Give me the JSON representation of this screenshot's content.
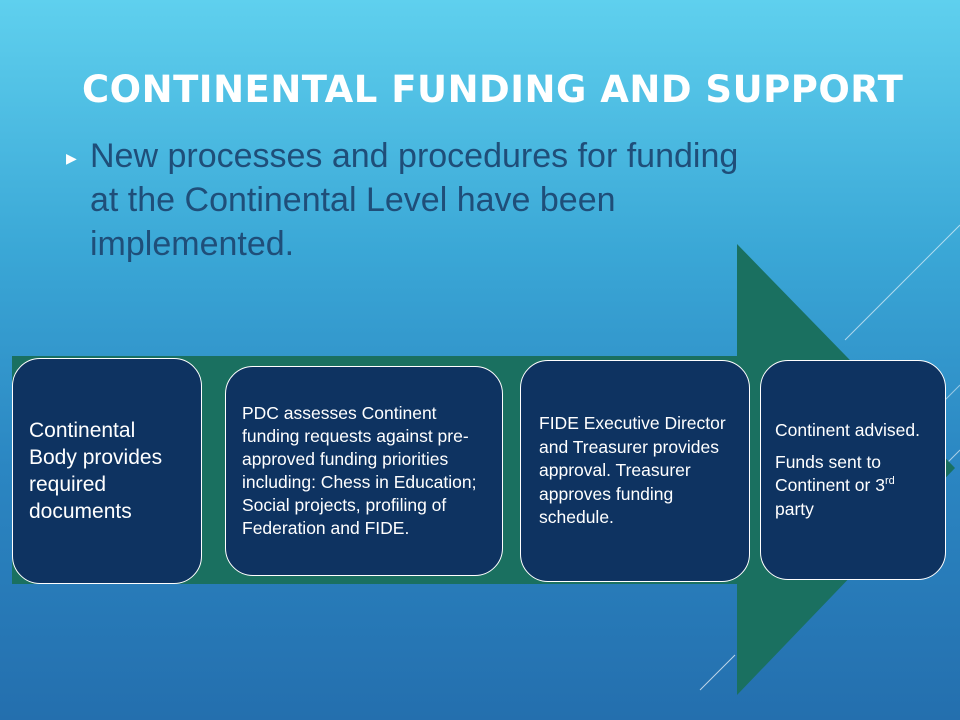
{
  "slide": {
    "title": "CONTINENTAL FUNDING AND SUPPORT",
    "bullet_text": "New processes and procedures for funding at the Continental Level have been implemented."
  },
  "process": {
    "step1": "Continental Body provides required documents",
    "step2": "PDC assesses Continent funding requests against pre-approved funding priorities including: Chess in Education; Social projects, profiling of Federation and FIDE.",
    "step3": "FIDE Executive Director and Treasurer provides approval. Treasurer approves funding schedule.",
    "step4_line1": "Continent advised.",
    "step4_line2_pre": "Funds sent to Continent or 3",
    "step4_line2_sup": "rd",
    "step4_line2_post": " party"
  },
  "colors": {
    "arrow": "#1a7060",
    "box_fill": "#0e3361",
    "title": "#ffffff",
    "body_text": "#1f4e79"
  }
}
